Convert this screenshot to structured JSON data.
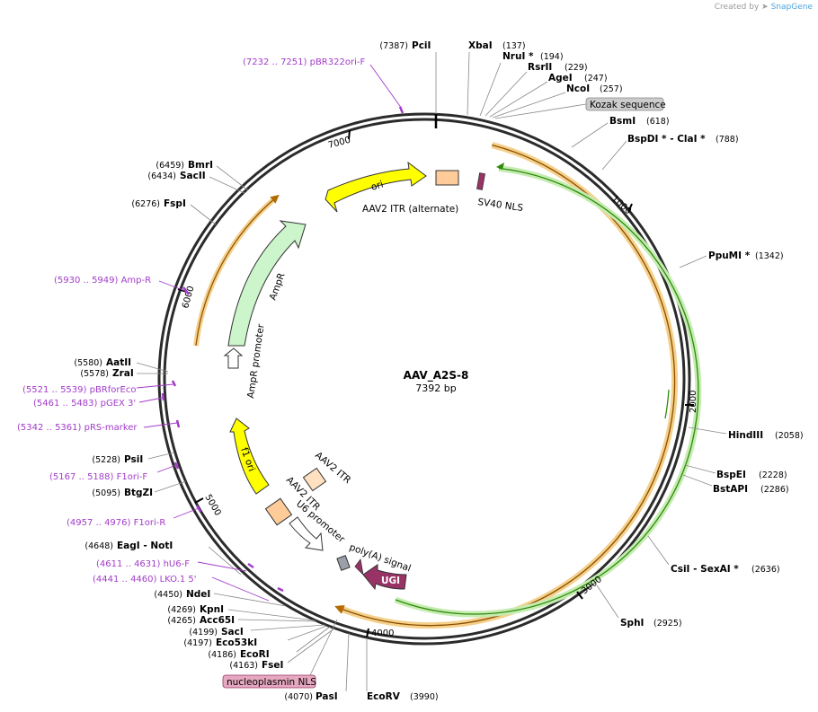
{
  "watermark": {
    "prefix": "Created by",
    "brand": "SnapGene"
  },
  "plasmid": {
    "name": "AAV_A2S-8",
    "length_label": "7392 bp",
    "length": 7392
  },
  "colors": {
    "backbone": "#2b2b2b",
    "primer": "#a23cc9",
    "orf_orange": "#f5b65a",
    "orf_green": "#8fd46a",
    "ori": "#ffff00",
    "ampr": "#ccf5cc",
    "itr": "#ffcc99",
    "ugi": "#993366",
    "kozak_box": "#cccccc",
    "nls_box": "#e6a8c0"
  },
  "ticks": [
    {
      "label": "1000",
      "pos": 1000
    },
    {
      "label": "2000",
      "pos": 2000
    },
    {
      "label": "3000",
      "pos": 3000
    },
    {
      "label": "4000",
      "pos": 4000
    },
    {
      "label": "5000",
      "pos": 5000
    },
    {
      "label": "6000",
      "pos": 6000
    },
    {
      "label": "7000",
      "pos": 7000
    }
  ],
  "enzymes": [
    {
      "name": "PciI",
      "pos_label": "(7387)",
      "pos": 7387
    },
    {
      "name": "XbaI",
      "pos_label": "(137)",
      "pos": 137
    },
    {
      "name": "NruI *",
      "pos_label": "(194)",
      "pos": 194
    },
    {
      "name": "RsrII",
      "pos_label": "(229)",
      "pos": 229
    },
    {
      "name": "AgeI",
      "pos_label": "(247)",
      "pos": 247
    },
    {
      "name": "NcoI",
      "pos_label": "(257)",
      "pos": 257
    },
    {
      "name": "BsmI",
      "pos_label": "(618)",
      "pos": 618
    },
    {
      "name": "BspDI *  - ClaI *",
      "pos_label": "(788)",
      "pos": 788
    },
    {
      "name": "PpuMI *",
      "pos_label": "(1342)",
      "pos": 1342
    },
    {
      "name": "HindIII",
      "pos_label": "(2058)",
      "pos": 2058
    },
    {
      "name": "BspEI",
      "pos_label": "(2228)",
      "pos": 2228
    },
    {
      "name": "BstAPI",
      "pos_label": "(2286)",
      "pos": 2286
    },
    {
      "name": "CsiI  - SexAI *",
      "pos_label": "(2636)",
      "pos": 2636
    },
    {
      "name": "SphI",
      "pos_label": "(2925)",
      "pos": 2925
    },
    {
      "name": "EcoRV",
      "pos_label": "(3990)",
      "pos": 3990
    },
    {
      "name": "PasI",
      "pos_label": "(4070)",
      "pos": 4070
    },
    {
      "name": "FseI",
      "pos_label": "(4163)",
      "pos": 4163
    },
    {
      "name": "EcoRI",
      "pos_label": "(4186)",
      "pos": 4186
    },
    {
      "name": "Eco53kI",
      "pos_label": "(4197)",
      "pos": 4197
    },
    {
      "name": "SacI",
      "pos_label": "(4199)",
      "pos": 4199
    },
    {
      "name": "Acc65I",
      "pos_label": "(4265)",
      "pos": 4265
    },
    {
      "name": "KpnI",
      "pos_label": "(4269)",
      "pos": 4269
    },
    {
      "name": "NdeI",
      "pos_label": "(4450)",
      "pos": 4450
    },
    {
      "name": "EagI  - NotI",
      "pos_label": "(4648)",
      "pos": 4648
    },
    {
      "name": "BtgZI",
      "pos_label": "(5095)",
      "pos": 5095
    },
    {
      "name": "PsiI",
      "pos_label": "(5228)",
      "pos": 5228
    },
    {
      "name": "ZraI",
      "pos_label": "(5578)",
      "pos": 5578
    },
    {
      "name": "AatII",
      "pos_label": "(5580)",
      "pos": 5580
    },
    {
      "name": "FspI",
      "pos_label": "(6276)",
      "pos": 6276
    },
    {
      "name": "SacII",
      "pos_label": "(6434)",
      "pos": 6434
    },
    {
      "name": "BmrI",
      "pos_label": "(6459)",
      "pos": 6459
    }
  ],
  "primers": [
    {
      "label": "(7232 .. 7251)  pBR322ori-F",
      "pos": 7241
    },
    {
      "label": "(5930 .. 5949)  Amp-R",
      "pos": 5940
    },
    {
      "label": "(5521 .. 5539)  pBRforEco",
      "pos": 5530
    },
    {
      "label": "(5461 .. 5483)  pGEX 3'",
      "pos": 5472
    },
    {
      "label": "(5342 .. 5361)  pRS-marker",
      "pos": 5352
    },
    {
      "label": "(5167 .. 5188)  F1ori-F",
      "pos": 5178
    },
    {
      "label": "(4957 .. 4976)  F1ori-R",
      "pos": 4966
    },
    {
      "label": "(4611 .. 4631)  hU6-F",
      "pos": 4621
    },
    {
      "label": "(4441 .. 4460)  LKO.1 5'",
      "pos": 4450
    }
  ],
  "boxed_features": [
    {
      "label": "Kozak sequence"
    },
    {
      "label": "nucleoplasmin NLS"
    }
  ],
  "features": {
    "ori": "ori",
    "itr_alt": "AAV2 ITR (alternate)",
    "sv40": "SV40 NLS",
    "ampr": "AmpR",
    "ampr_promoter": "AmpR promoter",
    "f1ori": "f1 ori",
    "itr": "AAV2 ITR",
    "u6": "U6 promoter",
    "polya": "poly(A) signal",
    "ugi": "UGI"
  }
}
